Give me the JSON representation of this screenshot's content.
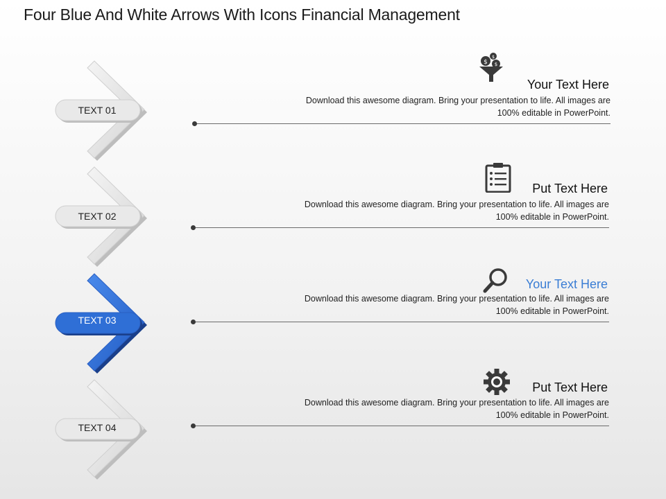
{
  "title": "Four Blue And White Arrows With Icons Financial Management",
  "steps": [
    {
      "label": "TEXT 01",
      "heading": "Your Text Here",
      "description": "Download this awesome diagram. Bring your presentation to life. All images are 100% editable in PowerPoint.",
      "icon": "money-funnel-icon",
      "active": false
    },
    {
      "label": "TEXT 02",
      "heading": "Put Text Here",
      "description": "Download this awesome diagram. Bring your presentation to life. All images are 100% editable in PowerPoint.",
      "icon": "clipboard-list-icon",
      "active": false
    },
    {
      "label": "TEXT 03",
      "heading": "Your Text Here",
      "description": "Download this awesome diagram. Bring your presentation to life. All images are 100% editable in PowerPoint.",
      "icon": "magnifier-icon",
      "active": true
    },
    {
      "label": "TEXT 04",
      "heading": "Put Text Here",
      "description": "Download this awesome diagram. Bring your presentation to life. All images are 100% editable in PowerPoint.",
      "icon": "gear-icon",
      "active": false
    }
  ],
  "colors": {
    "accent_blue": "#2f6fd6",
    "arrow_gray": "#e2e2e2",
    "active_heading": "#3a7dd4",
    "line": "#6b6b6b"
  }
}
